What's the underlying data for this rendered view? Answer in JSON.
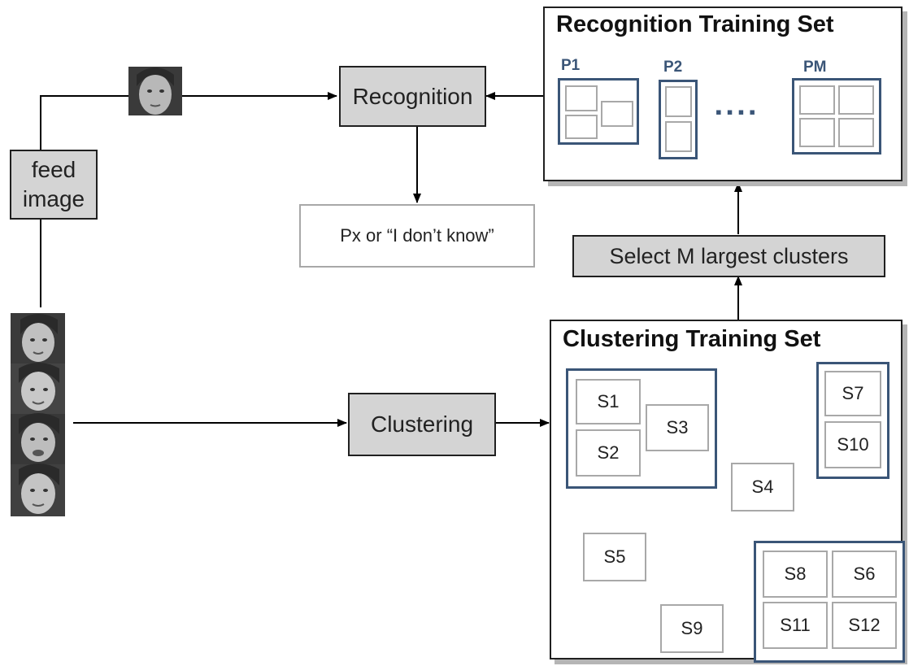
{
  "nodes": {
    "feed_image": "feed\nimage",
    "recognition": "Recognition",
    "clustering": "Clustering",
    "result": "Px or “I don’t know”",
    "select": "Select M largest clusters"
  },
  "recognition_set": {
    "title": "Recognition Training Set",
    "groups": [
      "P1",
      "P2",
      "PM"
    ],
    "ellipsis": "▪▪▪▪"
  },
  "clustering_set": {
    "title": "Clustering Training Set",
    "segments": [
      "S1",
      "S2",
      "S3",
      "S4",
      "S5",
      "S6",
      "S7",
      "S8",
      "S9",
      "S10",
      "S11",
      "S12"
    ]
  },
  "colors": {
    "cluster_border": "#3a5577",
    "node_fill": "#d4d4d4",
    "light_border": "#a8a8a8"
  }
}
